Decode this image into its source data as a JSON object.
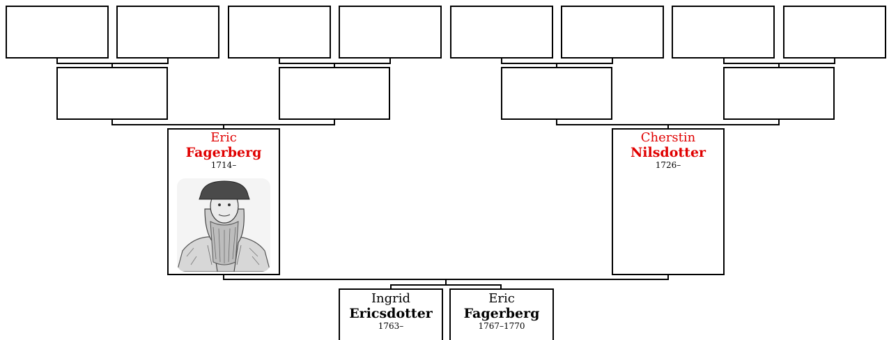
{
  "father": {
    "given": "Eric",
    "surname": "Fagerberg",
    "years": "1714–",
    "photo": "portrait-engraving",
    "name_color": "#e00000"
  },
  "mother": {
    "given": "Cherstin",
    "surname": "Nilsdotter",
    "years": "1726–",
    "name_color": "#e00000"
  },
  "children": [
    {
      "given": "Ingrid",
      "surname": "Ericsdotter",
      "years": "1763–"
    },
    {
      "given": "Eric",
      "surname": "Fagerberg",
      "years": "1767–1770"
    }
  ]
}
